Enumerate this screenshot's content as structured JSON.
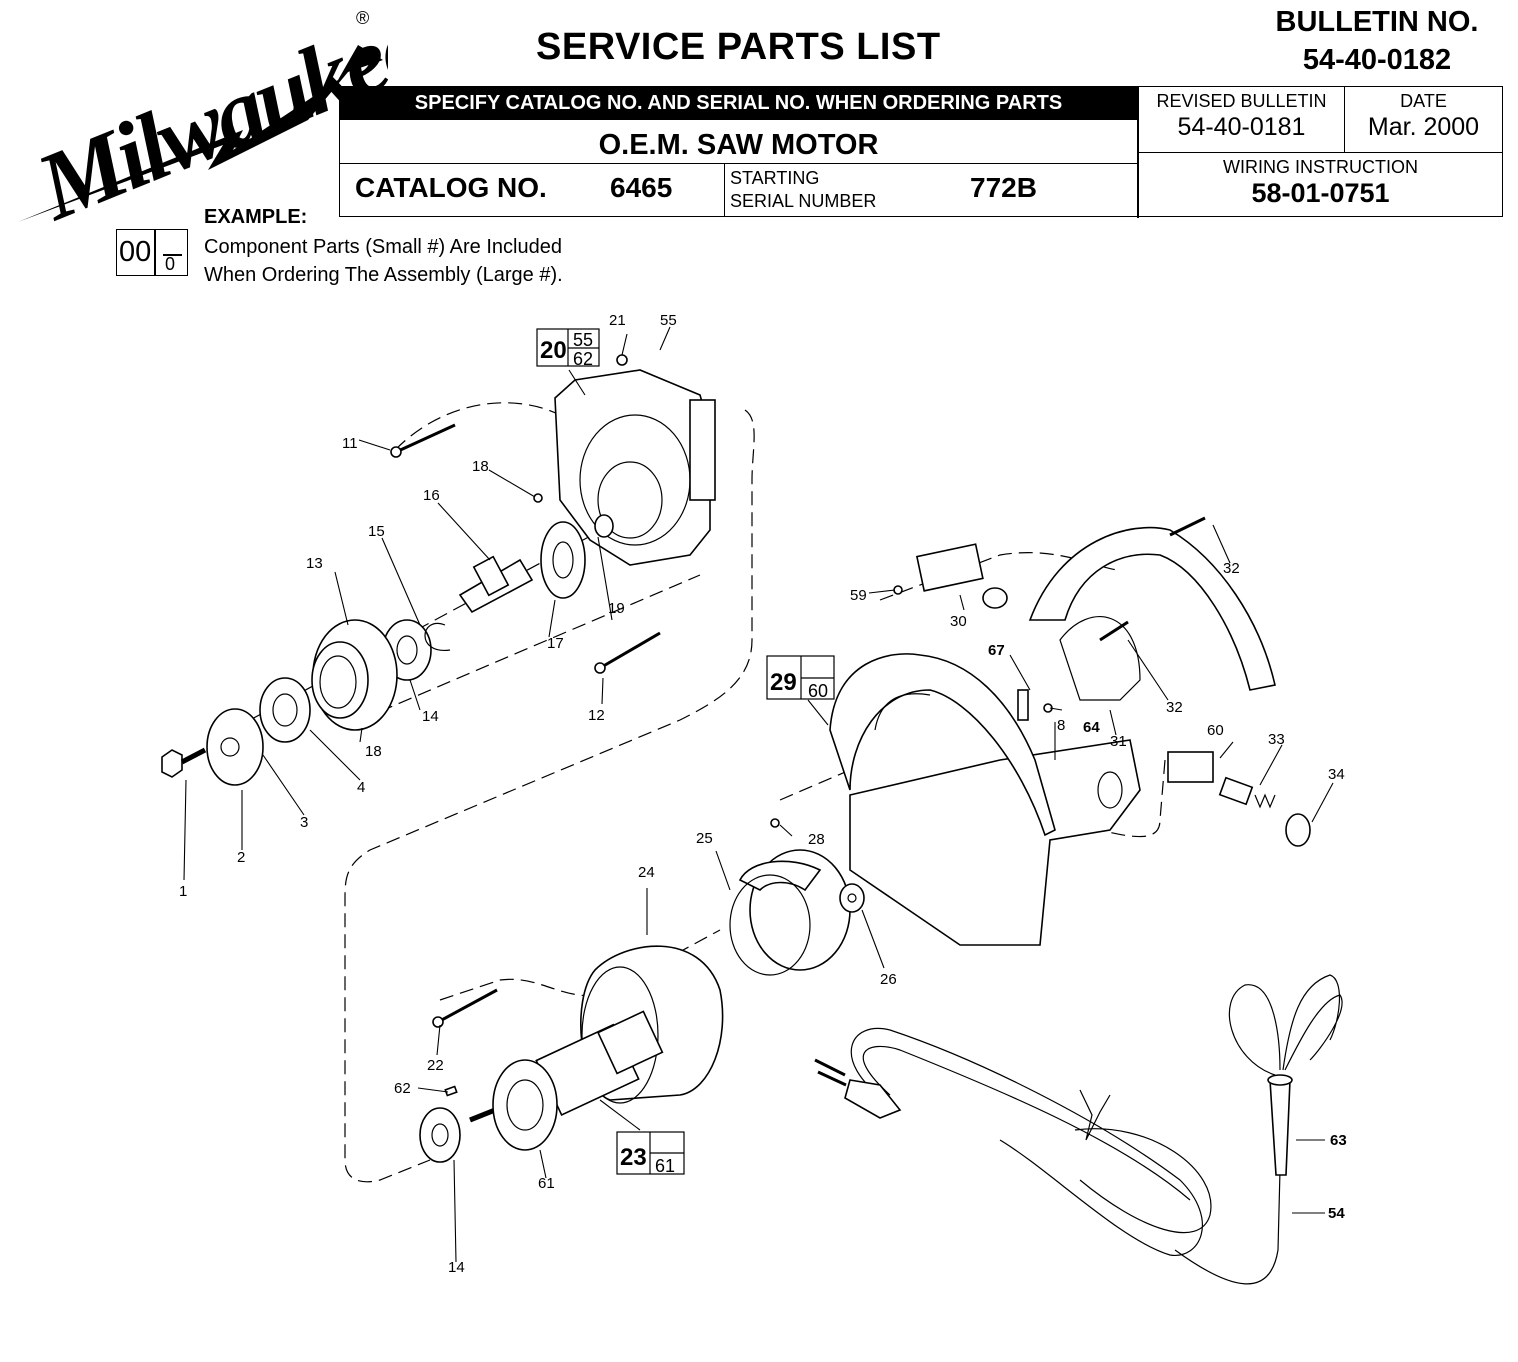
{
  "brand": {
    "name": "Milwaukee",
    "registered_mark": "®"
  },
  "document": {
    "title": "SERVICE PARTS LIST",
    "bulletin_label": "BULLETIN NO.",
    "bulletin_number": "54-40-0182"
  },
  "header_table": {
    "instruction": "SPECIFY CATALOG NO. AND SERIAL NO. WHEN ORDERING PARTS",
    "product_name": "O.E.M. SAW MOTOR",
    "catalog_label": "CATALOG NO.",
    "catalog_number": "6465",
    "serial_label_line1": "STARTING",
    "serial_label_line2": "SERIAL NUMBER",
    "serial_number": "772B",
    "revised_bulletin_label": "REVISED BULLETIN",
    "revised_bulletin_number": "54-40-0181",
    "date_label": "DATE",
    "date_value": "Mar. 2000",
    "wiring_label": "WIRING INSTRUCTION",
    "wiring_number": "58-01-0751"
  },
  "example": {
    "label": "EXAMPLE:",
    "assembly_number": "00",
    "component_number": "0",
    "line1": "Component Parts (Small #) Are Included",
    "line2": "When Ordering The Assembly (Large #)."
  },
  "assemblies": [
    {
      "number": "20",
      "components": [
        "55",
        "62"
      ]
    },
    {
      "number": "29",
      "components": [
        "",
        "60"
      ]
    },
    {
      "number": "23",
      "components": [
        "",
        "61"
      ]
    }
  ],
  "part_callouts": {
    "p1": "1",
    "p2": "2",
    "p3": "3",
    "p4": "4",
    "p8": "8",
    "p11": "11",
    "p12": "12",
    "p13": "13",
    "p14a": "14",
    "p14b": "14",
    "p15": "15",
    "p16": "16",
    "p17": "17",
    "p18a": "18",
    "p18b": "18",
    "p19": "19",
    "p21": "21",
    "p22": "22",
    "p24": "24",
    "p25": "25",
    "p26": "26",
    "p28": "28",
    "p30": "30",
    "p31": "31",
    "p32a": "32",
    "p32b": "32",
    "p33": "33",
    "p34": "34",
    "p54": "54",
    "p55": "55",
    "p59": "59",
    "p60": "60",
    "p61": "61",
    "p62": "62",
    "p63": "63",
    "p64": "64",
    "p67": "67"
  }
}
